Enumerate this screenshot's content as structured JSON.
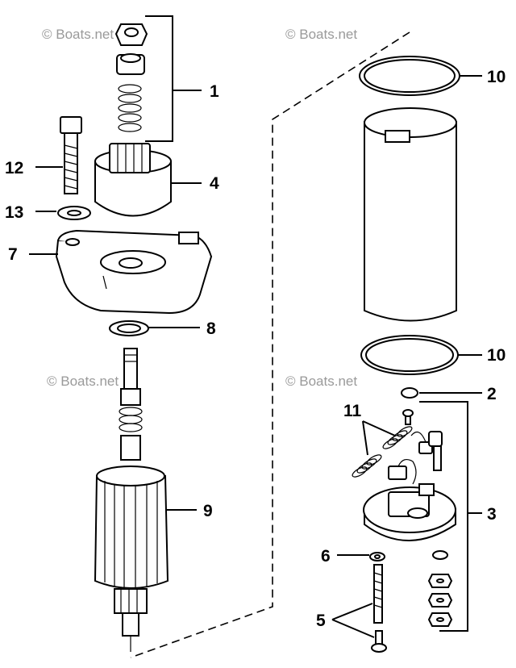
{
  "watermarks": [
    "© Boats.net",
    "© Boats.net",
    "© Boats.net",
    "© Boats.net"
  ],
  "callouts": {
    "c1": "1",
    "c2": "2",
    "c3": "3",
    "c4": "4",
    "c5": "5",
    "c6": "6",
    "c7": "7",
    "c8": "8",
    "c9": "9",
    "c10a": "10",
    "c10b": "10",
    "c11": "11",
    "c12": "12",
    "c13": "13"
  }
}
